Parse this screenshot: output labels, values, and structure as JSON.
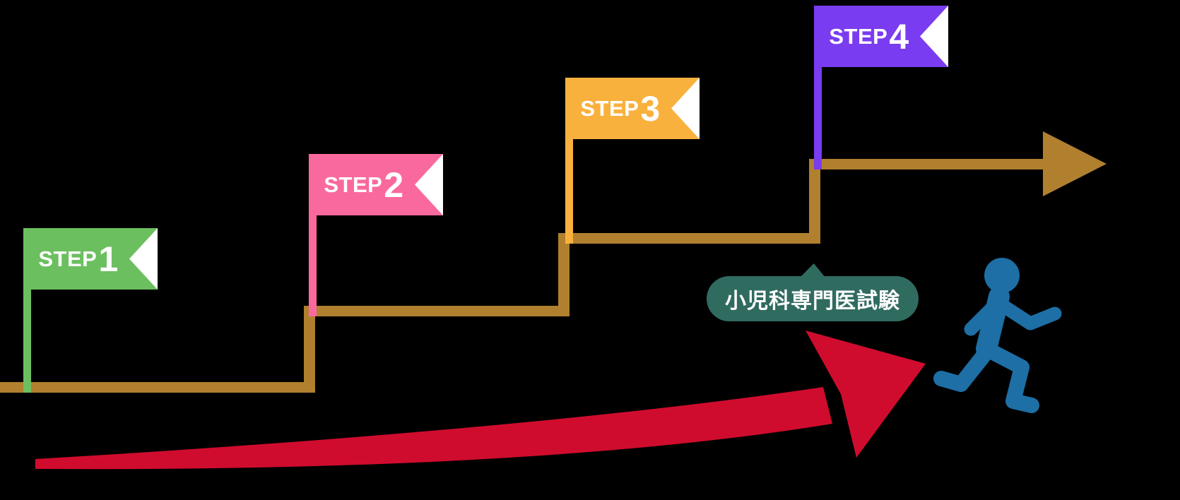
{
  "colors": {
    "background": "#000000",
    "stair": "#b0802f",
    "step1": "#6cbf5f",
    "step2": "#fa699d",
    "step3": "#f9b13d",
    "step4": "#7a3cf0",
    "badge": "#306b60",
    "swoosh": "#d00c2e",
    "runner": "#1d6fa5",
    "notch": "#ffffff",
    "text": "#ffffff"
  },
  "steps": [
    {
      "prefix": "STEP",
      "number": "1"
    },
    {
      "prefix": "STEP",
      "number": "2"
    },
    {
      "prefix": "STEP",
      "number": "3"
    },
    {
      "prefix": "STEP",
      "number": "4"
    }
  ],
  "badge": {
    "label": "小児科専門医試験"
  }
}
